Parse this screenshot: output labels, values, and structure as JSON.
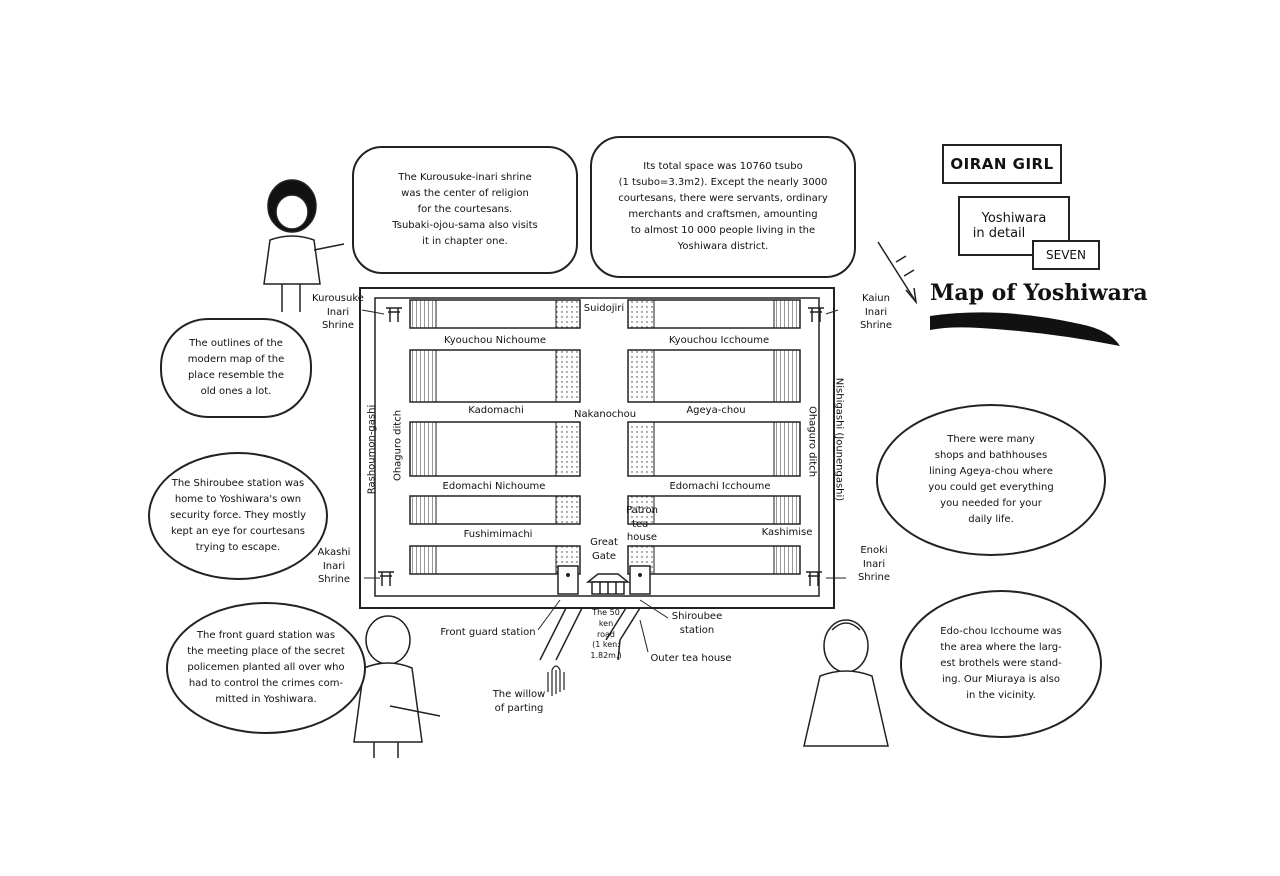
{
  "header": {
    "series": "OIRAN GIRL",
    "chapter_line1": "Yoshiwara",
    "chapter_line2": "in detail",
    "chapter_num": "SEVEN",
    "map_title": "Map of Yoshiwara"
  },
  "bubbles": {
    "kurousuke": "The Kurousuke-inari shrine\nwas the center of religion\nfor the courtesans.\nTsubaki-ojou-sama also visits\nit in chapter one.",
    "total_space": "Its total space was 10760 tsubo\n(1 tsubo=3.3m2). Except the nearly 3000\ncourtesans, there were servants, ordinary\nmerchants and craftsmen, amounting\nto almost 10 000 people living in the\nYoshiwara district.",
    "outlines": "The outlines of the\nmodern map of the\nplace resemble the\nold ones a lot.",
    "shiroubee": "The Shiroubee station was\nhome to Yoshiwara's own\nsecurity force. They mostly\nkept an eye for courtesans\ntrying to escape.",
    "front_guard": "The front guard station was\nthe meeting place of the secret\npolicemen planted all over who\nhad to control the crimes com-\nmitted in Yoshiwara.",
    "ageya": "There were many\nshops and bathhouses\nlining Ageya-chou where\nyou could get everything\nyou needed for your\ndaily life.",
    "edo_chou": "Edo-chou Icchoume was\nthe area where the larg-\nest brothels were stand-\ning. Our Miuraya is also\nin the vicinity."
  },
  "labels": {
    "kurousuke_shrine": "Kurousuke\nInari\nShrine",
    "kaiun_shrine": "Kaiun\nInari\nShrine",
    "akashi_shrine": "Akashi\nInari\nShrine",
    "enoki_shrine": "Enoki\nInari\nShrine",
    "suidojiri": "Suidojiri",
    "kyouchou_ni": "Kyouchou Nichoume",
    "kyouchou_ic": "Kyouchou Icchoume",
    "kadomachi": "Kadomachi",
    "nakanochou": "Nakanochou",
    "ageya": "Ageya-chou",
    "edomachi_ni": "Edomachi Nichoume",
    "edomachi_ic": "Edomachi Icchoume",
    "fushimimachi": "Fushimimachi",
    "great_gate": "Great\nGate",
    "patron_tea": "Patron\ntea-\nhouse",
    "kashimise": "Kashimise",
    "rashoumon": "Rashoumon-gashi",
    "ohaguro_left": "Ohaguro ditch",
    "ohaguro_right": "Ohaguro ditch",
    "nishigashi": "Nishigashi (Jounengashi)",
    "front_guard_station": "Front guard station",
    "fifty_ken_road": "The 50\nken\nroad\n(1 ken:\n1.82m.)",
    "shiroubee_station": "Shiroubee\nstation",
    "outer_tea_house": "Outer tea house",
    "willow": "The willow\nof parting"
  }
}
